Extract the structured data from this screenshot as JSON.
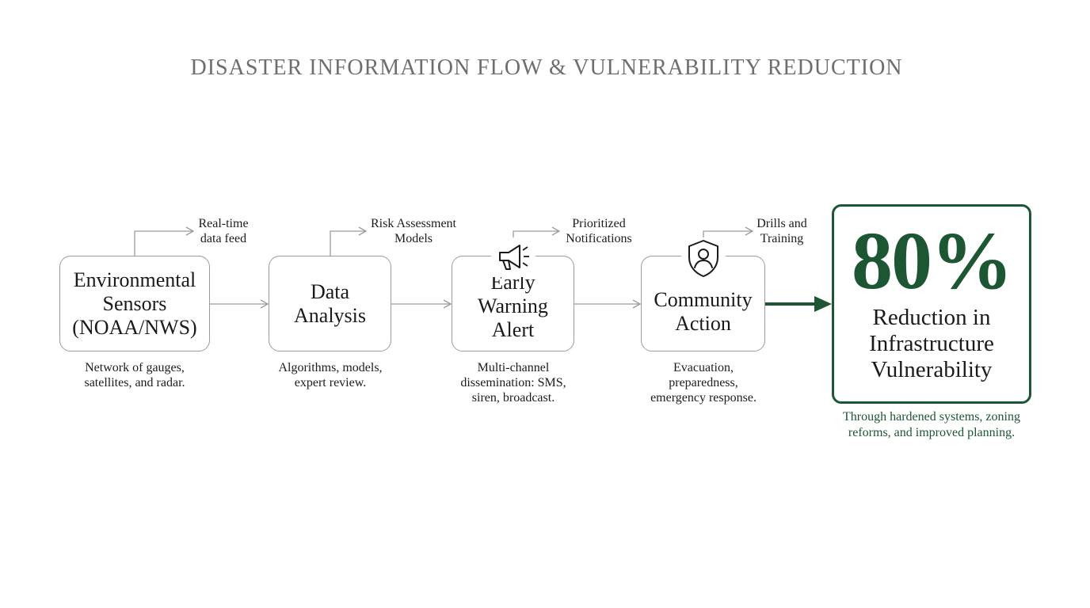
{
  "title": "DISASTER INFORMATION FLOW & VULNERABILITY REDUCTION",
  "colors": {
    "accent": "#1d5632",
    "connector": "#9c9c9c",
    "box_border": "#9c9c9c",
    "title": "#6e6e6e"
  },
  "stages": [
    {
      "label": "Environmental\nSensors\n(NOAA/NWS)",
      "description": "Network of gauges,\nsatellites, and radar.",
      "side_label": "Real-time\ndata feed"
    },
    {
      "label": "Data\nAnalysis",
      "description": "Algorithms, models,\nexpert review.",
      "side_label": "Risk Assessment\nModels"
    },
    {
      "label": "Early\nWarning\nAlert",
      "description": "Multi-channel\ndissemination: SMS,\nsiren, broadcast.",
      "side_label": "Prioritized\nNotifications",
      "icon": "megaphone-icon"
    },
    {
      "label": "Community\nAction",
      "description": "Evacuation,\npreparedness,\nemergency response.",
      "side_label": "Drills and\nTraining",
      "icon": "shield-person-icon"
    }
  ],
  "result": {
    "value": "80%",
    "label": "Reduction in\nInfrastructure\nVulnerability",
    "caption": "Through hardened systems, zoning\nreforms, and improved planning."
  }
}
